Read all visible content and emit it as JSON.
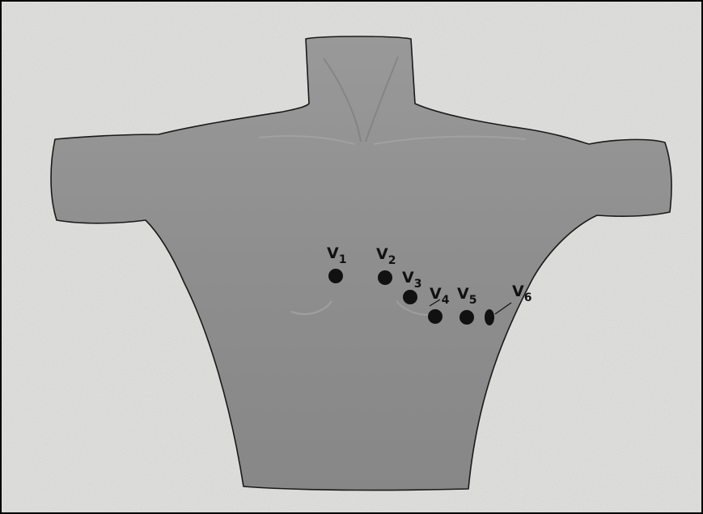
{
  "diagram": {
    "leads": [
      {
        "id": "v1",
        "letter": "V",
        "sub": "1"
      },
      {
        "id": "v2",
        "letter": "V",
        "sub": "2"
      },
      {
        "id": "v3",
        "letter": "V",
        "sub": "3"
      },
      {
        "id": "v4",
        "letter": "V",
        "sub": "4"
      },
      {
        "id": "v5",
        "letter": "V",
        "sub": "5"
      },
      {
        "id": "v6",
        "letter": "V",
        "sub": "6"
      }
    ],
    "colors": {
      "background": "#e4e4e2",
      "skin": "#8f8f8f",
      "outline": "#1a1a1a",
      "electrode": "#111111",
      "frame": "#000000"
    }
  }
}
